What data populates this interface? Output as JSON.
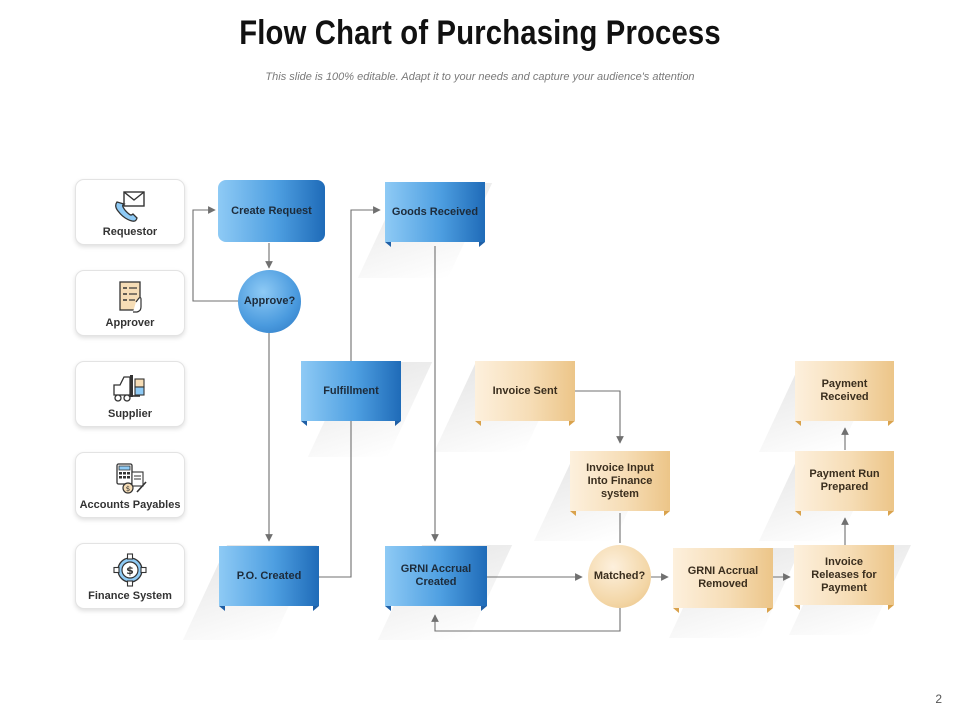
{
  "header": {
    "title": "Flow Chart of Purchasing Process",
    "subtitle": "This slide is 100% editable. Adapt it to your needs and capture your audience's attention"
  },
  "lanes": [
    {
      "label": "Requestor",
      "icon": "envelope-phone-icon"
    },
    {
      "label": "Approver",
      "icon": "checklist-icon"
    },
    {
      "label": "Supplier",
      "icon": "forklift-icon"
    },
    {
      "label": "Accounts Payables",
      "icon": "calculator-invoice-icon"
    },
    {
      "label": "Finance  System",
      "icon": "dollar-gear-icon"
    }
  ],
  "nodes": {
    "create_request": "Create Request",
    "approve": "Approve?",
    "goods_received": "Goods Received",
    "fulfillment": "Fulfillment",
    "po_created": "P.O. Created",
    "grni_accrual_created": "GRNI Accrual Created",
    "invoice_sent": "Invoice Sent",
    "invoice_input": "Invoice Input Into Finance system",
    "matched": "Matched?",
    "grni_accrual_removed": "GRNI Accrual Removed",
    "invoice_releases": "Invoice Releases for Payment",
    "payment_run_prepared": "Payment Run Prepared",
    "payment_received": "Payment Received"
  },
  "colors": {
    "blue_light": "#8ecaf5",
    "blue_dark": "#1f6bb8",
    "orange_light": "#fdf0dd",
    "orange_dark": "#ecc588",
    "connector": "#707070"
  },
  "footer": {
    "page_number": "2"
  }
}
